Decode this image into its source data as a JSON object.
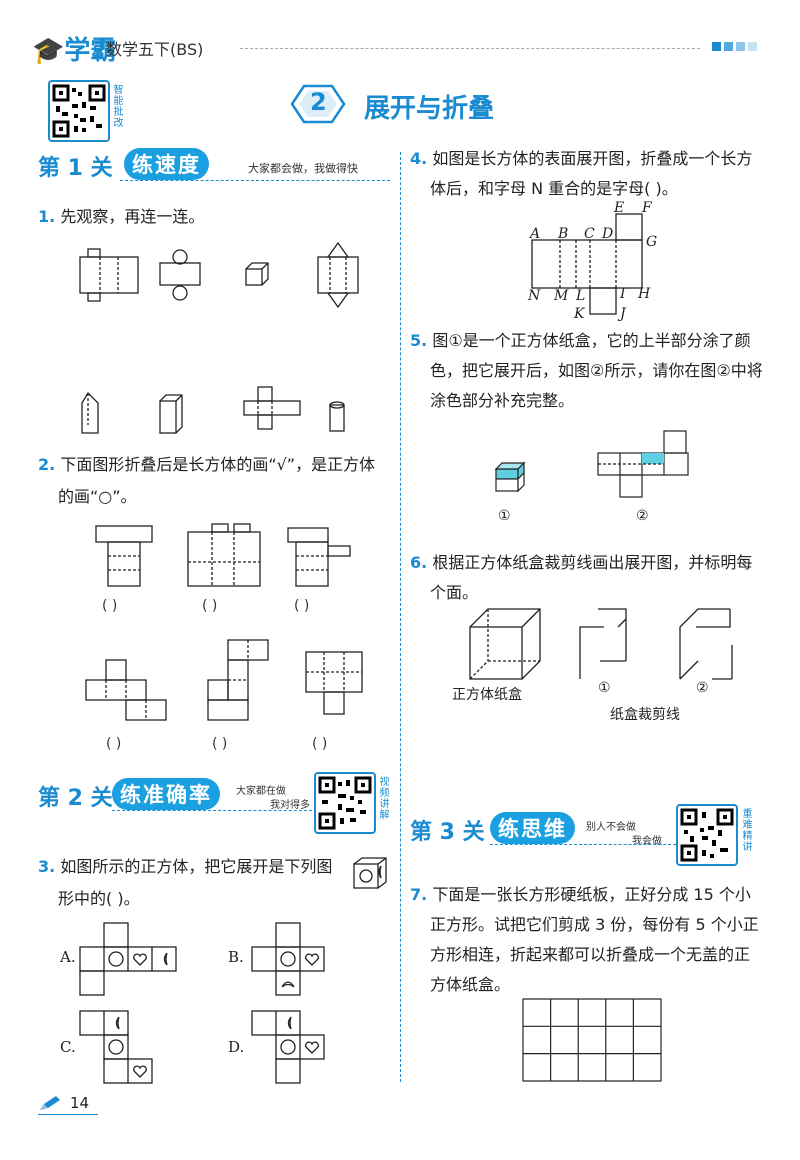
{
  "header": {
    "logo": "学霸",
    "subtitle": "数学五下(BS)"
  },
  "qr_top": {
    "label": "智能批改"
  },
  "title": {
    "number": "2",
    "text": "展开与折叠"
  },
  "section1": {
    "prefix": "第 1 关",
    "pill": "练速度",
    "note": "大家都会做，我做得快"
  },
  "q1": {
    "num": "1.",
    "text": "先观察，再连一连。"
  },
  "q2": {
    "num": "2.",
    "line1": "下面图形折叠后是长方体的画“√”，是正方体",
    "line2": "的画“○”。",
    "parens": [
      "(      )",
      "(      )",
      "(      )",
      "(      )",
      "(      )",
      "(      )"
    ]
  },
  "section2": {
    "prefix": "第 2 关",
    "pill": "练准确率",
    "note1": "大家都在做",
    "note2": "我对得多",
    "qr_label": "视频讲解"
  },
  "q3": {
    "num": "3.",
    "line1": "如图所示的正方体，把它展开是下列图",
    "line2": "形中的(      )。",
    "opts": [
      "A.",
      "B.",
      "C.",
      "D."
    ]
  },
  "q4": {
    "num": "4.",
    "line1": "如图是长方体的表面展开图，折叠成一个长方",
    "line2": "体后，和字母 N 重合的是字母(      )。",
    "letters": {
      "A": "A",
      "B": "B",
      "C": "C",
      "D": "D",
      "E": "E",
      "F": "F",
      "G": "G",
      "H": "H",
      "I": "I",
      "J": "J",
      "K": "K",
      "L": "L",
      "M": "M",
      "N": "N"
    }
  },
  "q5": {
    "num": "5.",
    "line1": "图①是一个正方体纸盒，它的上半部分涂了颜",
    "line2": "色，把它展开后，如图②所示，请你在图②中将",
    "line3": "涂色部分补充完整。",
    "cap1": "①",
    "cap2": "②"
  },
  "q6": {
    "num": "6.",
    "line1": "根据正方体纸盒裁剪线画出展开图，并标明每",
    "line2": "个面。",
    "cap0": "正方体纸盒",
    "cap1": "①",
    "cap2": "②",
    "cap3": "纸盒裁剪线"
  },
  "section3": {
    "prefix": "第 3 关",
    "pill": "练思维",
    "note1": "别人不会做",
    "note2": "我会做",
    "qr_label": "重难精讲"
  },
  "q7": {
    "num": "7.",
    "line1": "下面是一张长方形硬纸板，正好分成 15 个小",
    "line2": "正方形。试把它们剪成 3 份，每份有 5 个小正",
    "line3": "方形相连，折起来都可以折叠成一个无盖的正",
    "line4": "方体纸盒。"
  },
  "footer": {
    "page": "14"
  },
  "colors": {
    "accent": "#1a8bd1",
    "cyan": "#5cd0e0"
  }
}
